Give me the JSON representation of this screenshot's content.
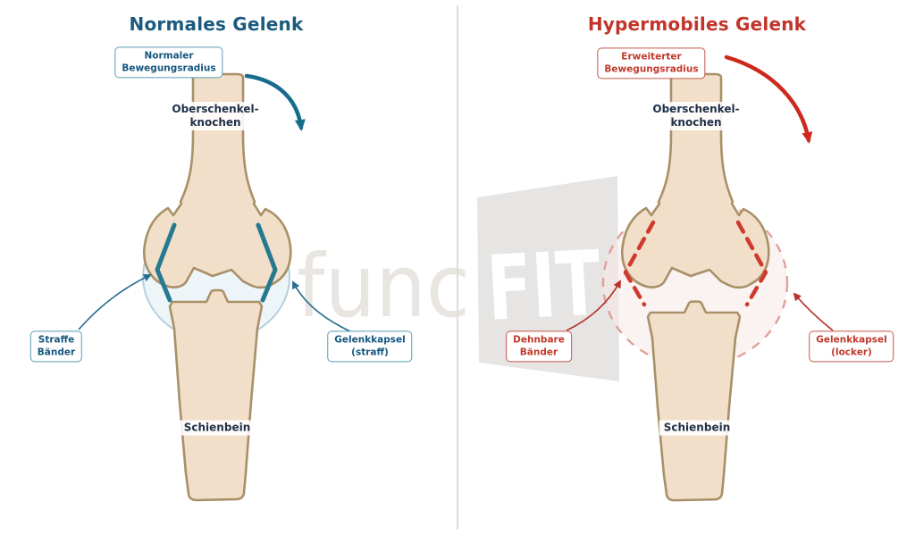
{
  "left_panel": {
    "title": "Normales Gelenk",
    "range_label": "Normaler\nBewegungsradius",
    "femur_label": "Oberschenkel-\nknochen",
    "tibia_label": "Schienbein",
    "ligament_label": "Straffe\nBänder",
    "capsule_label": "Gelenkkapsel\n(straff)",
    "accent_color": "#1b5a7e",
    "ligament_color": "#26798f",
    "capsule_stroke": "#b3d0de"
  },
  "right_panel": {
    "title": "Hypermobiles Gelenk",
    "range_label": "Erweiterter\nBewegungsradius",
    "femur_label": "Oberschenkel-\nknochen",
    "tibia_label": "Schienbein",
    "ligament_label": "Dehnbare\nBänder",
    "capsule_label": "Gelenkkapsel\n(locker)",
    "accent_color": "#c0392b",
    "ligament_color": "#cf3a2e",
    "capsule_stroke": "#e0a198"
  },
  "watermark": {
    "part1": "func",
    "part2": "FIT"
  },
  "colors": {
    "bone_fill": "#f1dfc9",
    "bone_stroke": "#a99068",
    "background": "#ffffff",
    "divider": "#dedede",
    "watermark_gray": "#e6e4e1"
  }
}
